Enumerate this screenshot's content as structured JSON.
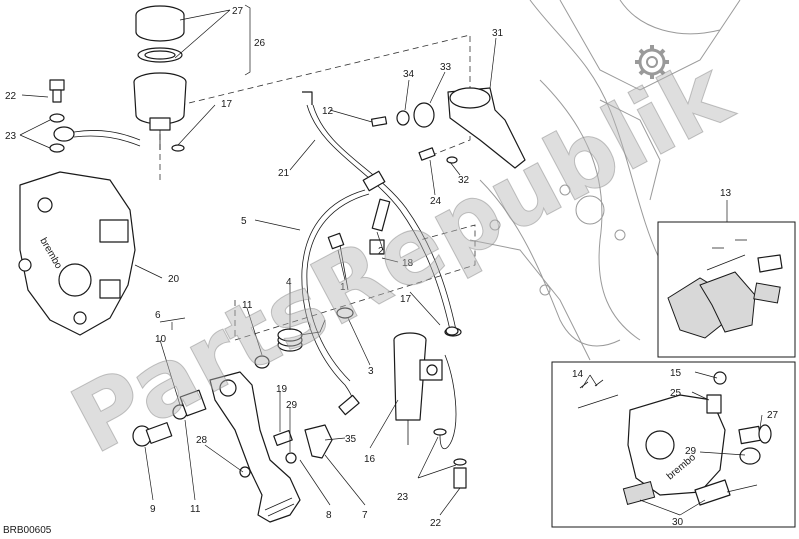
{
  "diagram_code": "BRB00605",
  "watermark": "PartsRepublik",
  "callouts": {
    "c1": "1",
    "c2": "2",
    "c3": "3",
    "c4": "4",
    "c5": "5",
    "c6": "6",
    "c7": "7",
    "c8": "8",
    "c9": "9",
    "c10": "10",
    "c11a": "11",
    "c11b": "11",
    "c12": "12",
    "c13": "13",
    "c14": "14",
    "c15": "15",
    "c16": "16",
    "c17a": "17",
    "c17b": "17",
    "c18": "18",
    "c19": "19",
    "c20": "20",
    "c21": "21",
    "c22a": "22",
    "c22b": "22",
    "c23a": "23",
    "c23b": "23",
    "c24": "24",
    "c25": "25",
    "c26": "26",
    "c27": "27",
    "c28": "28",
    "c29": "29",
    "c30": "30",
    "c31": "31",
    "c32": "32",
    "c33": "33",
    "c34": "34",
    "c35": "35"
  },
  "colors": {
    "line": "#1a1a1a",
    "watermark": "#b5b5b5",
    "frame": "#9a9a9a"
  }
}
